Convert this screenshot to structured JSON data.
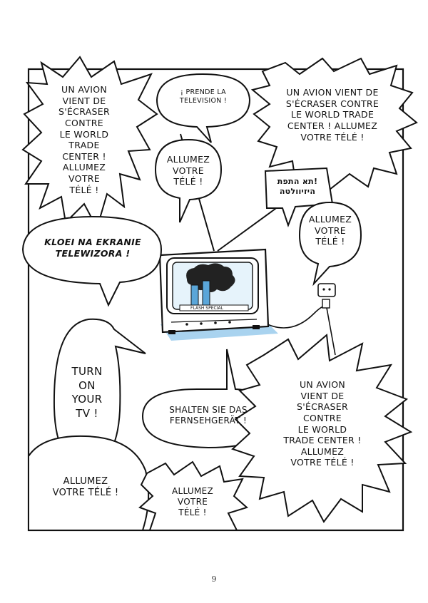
{
  "balloons": {
    "top_left": "Un avion\nvient de\ns'écraser\ncontre\nle World\nTrade\nCenter !\nAllumez\nvotre\ntélé !",
    "prende": "¡ Prende la\ntelevision !",
    "top_right": "Un avion vient de\ns'écraser contre\nle World Trade\nCenter ! Allumez\nvotre télé !",
    "allumez_top": "Allumez\nvotre\ntélé !",
    "hebrew": "!תא התפת\nהיזיוולטה",
    "allumez_right": "Allumez\nvotre\ntélé !",
    "polish": "Kloei na ekranie\ntelewizora !",
    "turn_on": "Turn\non\nyour\nTV !",
    "shalten": "Shalten Sie das\nFernsehgerät !",
    "bottom_right": "Un avion\nvient de\ns'écraser\ncontre\nle World\nTrade Center !\nAllumez\nvotre télé !",
    "allumez_bottom_left": "Allumez\nvotre télé !",
    "allumez_bottom_mid": "Allumez\nvotre\ntélé !"
  },
  "tv": {
    "screen_caption": "FLASH SPECIAL"
  },
  "page_number": "9",
  "colors": {
    "ink": "#111111",
    "shadow_blue": "#a9d3ef"
  }
}
